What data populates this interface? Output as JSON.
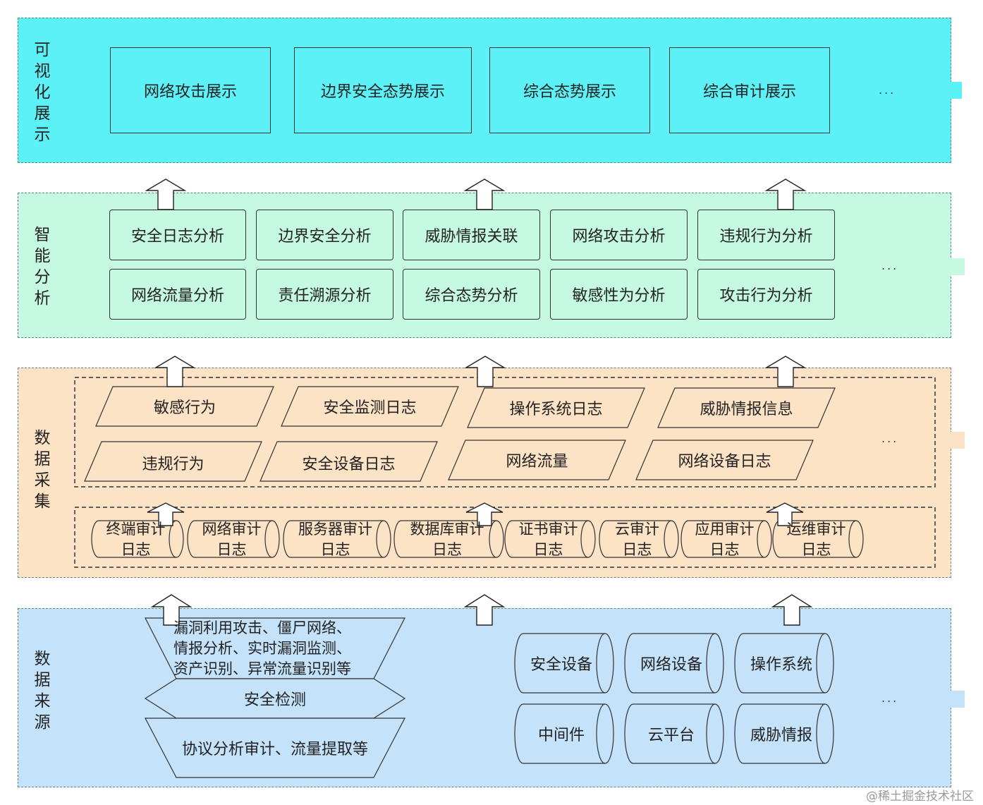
{
  "layers": {
    "visual": {
      "title": [
        "可",
        "视",
        "化",
        "展",
        "示"
      ],
      "boxes": [
        "网络攻击展示",
        "边界安全态势展示",
        "综合态势展示",
        "综合审计展示"
      ],
      "ellipsis": "..."
    },
    "analysis": {
      "title": [
        "智",
        "能",
        "分",
        "析"
      ],
      "row1": [
        "安全日志分析",
        "边界安全分析",
        "威胁情报关联",
        "网络攻击分析",
        "违规行为分析"
      ],
      "row2": [
        "网络流量分析",
        "责任溯源分析",
        "综合态势分析",
        "敏感性为分析",
        "攻击行为分析"
      ],
      "ellipsis": "..."
    },
    "collection": {
      "title": [
        "数",
        "据",
        "采",
        "集"
      ],
      "row1": [
        "敏感行为",
        "安全监测日志",
        "操作系统日志",
        "威胁情报信息"
      ],
      "row2": [
        "违规行为",
        "安全设备日志",
        "网络流量",
        "网络设备日志"
      ],
      "audit_logs": [
        [
          "终端审计",
          "日志"
        ],
        [
          "网络审计",
          "日志"
        ],
        [
          "服务器审计",
          "日志"
        ],
        [
          "数据库审计",
          "日志"
        ],
        [
          "证书审计",
          "日志"
        ],
        [
          "云审计",
          "日志"
        ],
        [
          "应用审计",
          "日志"
        ],
        [
          "运维审计",
          "日志"
        ]
      ],
      "ellipsis": "..."
    },
    "source": {
      "title": [
        "数",
        "据",
        "来",
        "源"
      ],
      "detection_top": [
        "漏洞利用攻击、僵尸网络、",
        "情报分析、实时漏洞监测、",
        "资产识别、异常流量识别等"
      ],
      "detection_center": "安全检测",
      "detection_bottom": "协议分析审计、流量提取等",
      "stores_row1": [
        "安全设备",
        "网络设备",
        "操作系统"
      ],
      "stores_row2": [
        "中间件",
        "云平台",
        "威胁情报"
      ],
      "ellipsis": "..."
    }
  },
  "watermark": "@稀土掘金技术社区",
  "colors": {
    "visual_bg": "#5cf0f7",
    "analysis_bg": "#c6f9e2",
    "collection_bg": "#fde3c6",
    "source_bg": "#c5e2fb",
    "stroke": "#333333"
  }
}
